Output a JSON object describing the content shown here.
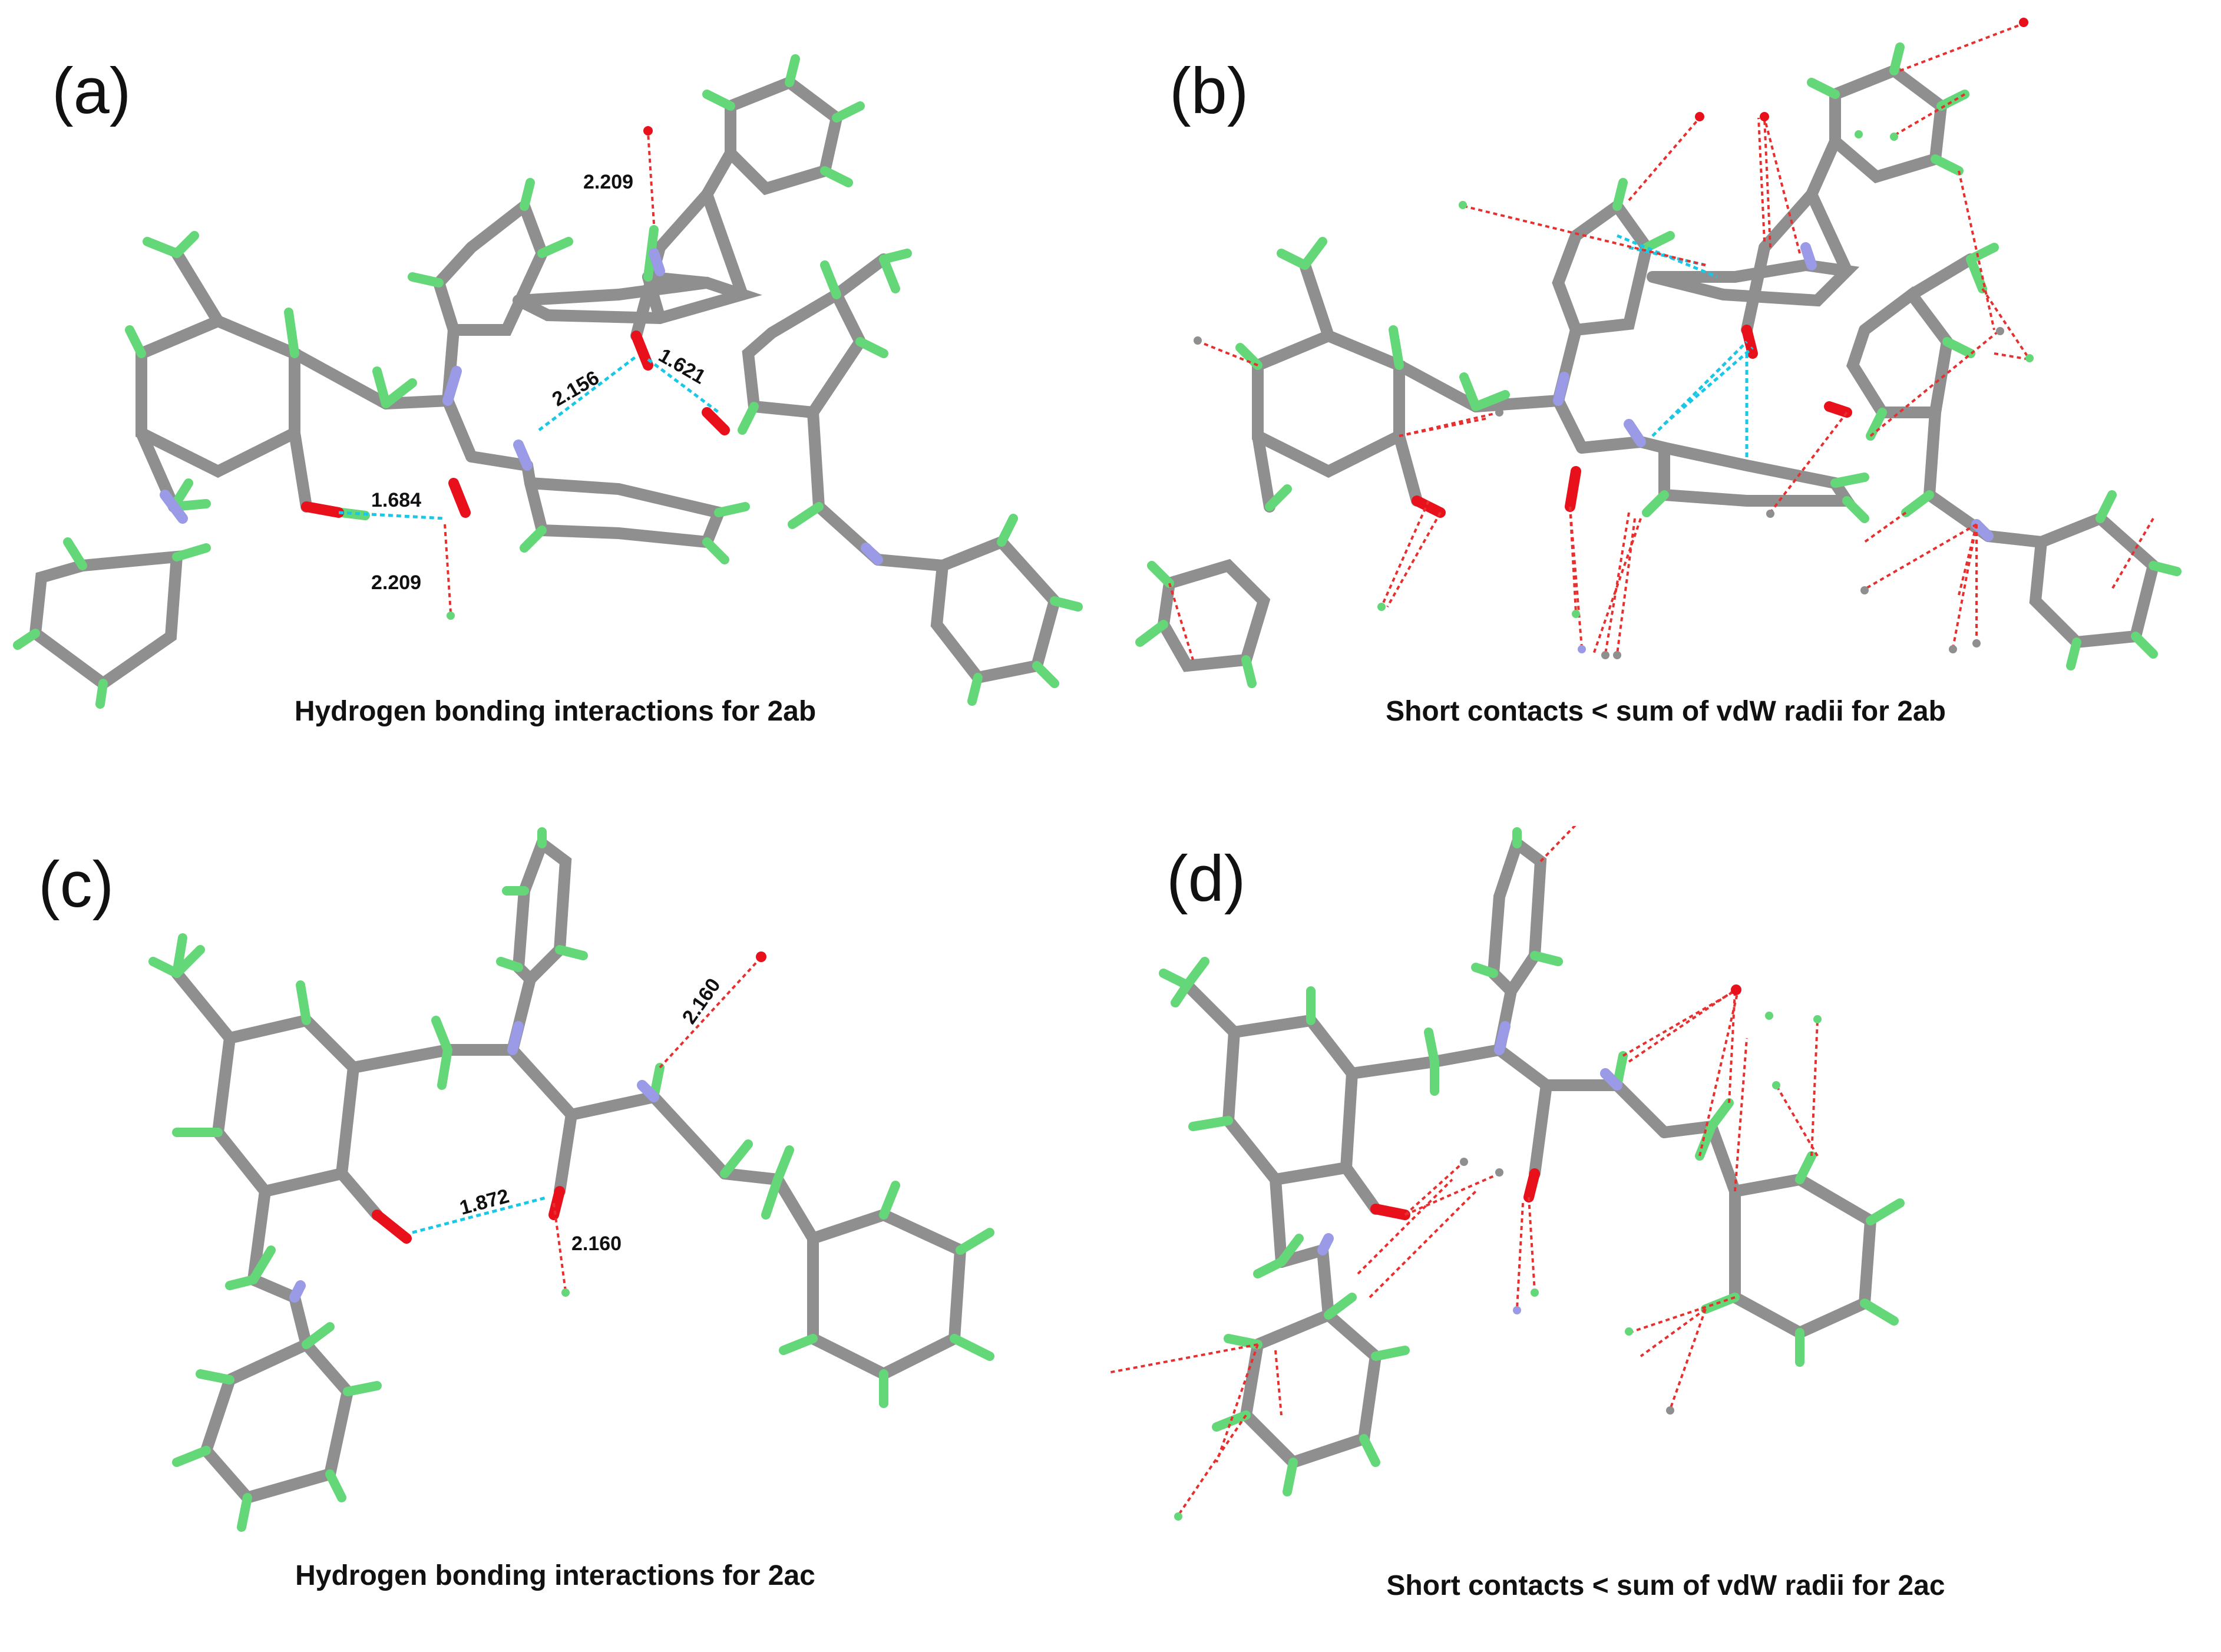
{
  "panels": [
    {
      "label": "(a)",
      "caption": "Hydrogen bonding interactions for 2ab",
      "distances": [
        "2.209",
        "2.156",
        "1.621",
        "1.684",
        "2.209"
      ]
    },
    {
      "label": "(b)",
      "caption": "Short contacts < sum of vdW radii for 2ab"
    },
    {
      "label": "(c)",
      "caption": "Hydrogen bonding interactions for 2ac",
      "distances": [
        "2.160",
        "1.872",
        "2.160"
      ]
    },
    {
      "label": "(d)",
      "caption": "Short contacts < sum of vdW radii for 2ac"
    }
  ],
  "colors": {
    "carbon": "#8f8f8f",
    "hydrogen": "#64d778",
    "oxygen": "#e8101a",
    "nitrogen": "#9a9ae6",
    "hydrogen_bond": "#19c8e6",
    "short_contact": "#e63030"
  }
}
